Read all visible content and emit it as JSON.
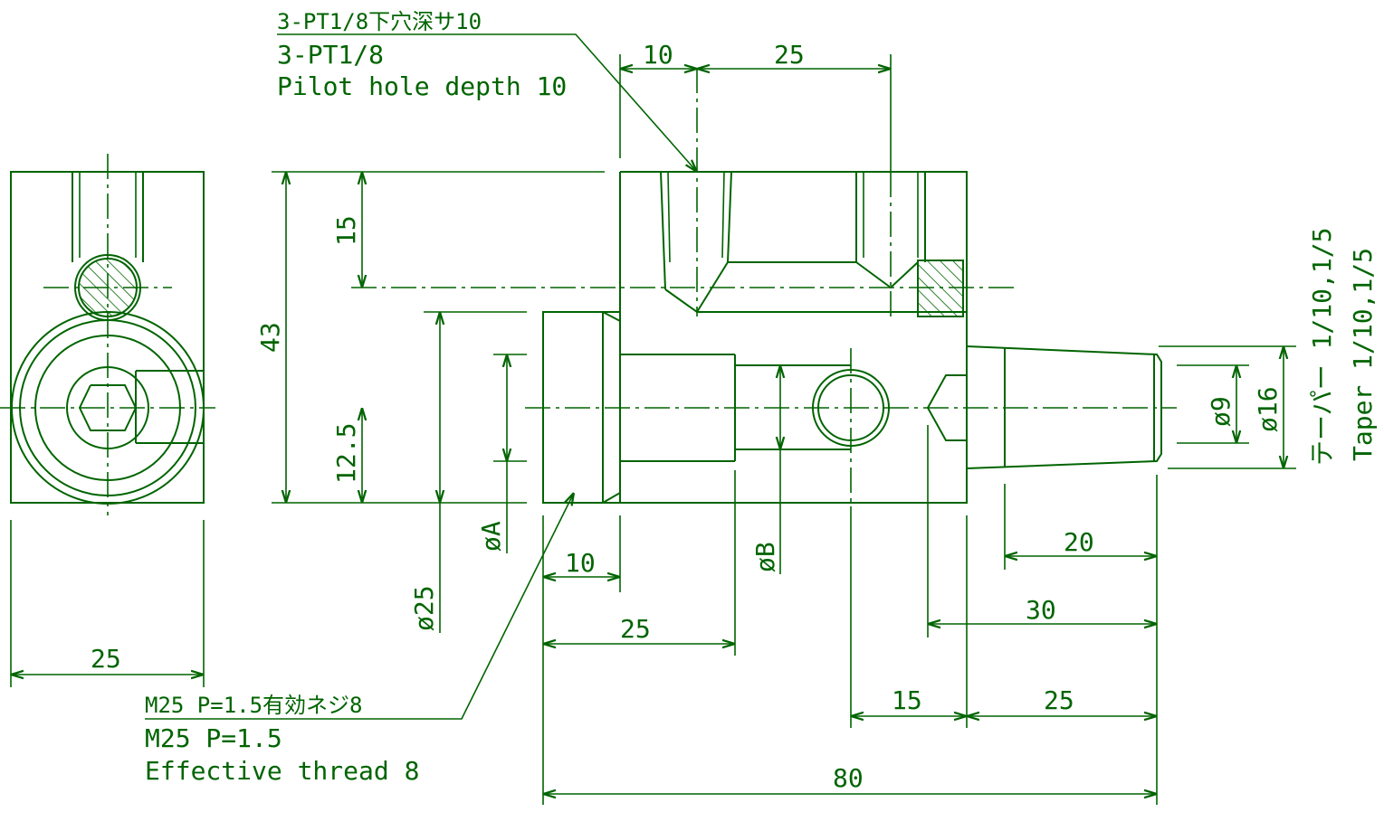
{
  "colors": {
    "line": "#006400",
    "background": "#ffffff"
  },
  "notes": {
    "pilot_hole": {
      "line1": "3-PT1/8下穴深サ10",
      "line2": "3-PT1/8",
      "line3": "Pilot hole depth 10"
    },
    "thread": {
      "line1": "M25 P=1.5有効ネジ8",
      "line2": "M25 P=1.5",
      "line3": "Effective thread 8"
    },
    "taper": {
      "jp": "テーパー 1/10,1/5",
      "en": "Taper 1/10,1/5"
    }
  },
  "dimensions": {
    "top_10": "10",
    "top_25": "25",
    "height_43": "43",
    "height_15": "15",
    "height_12_5": "12.5",
    "dia_25": "ø25",
    "dia_A": "øA",
    "dia_B": "øB",
    "dia_9": "ø9",
    "dia_16": "ø16",
    "side_width_25": "25",
    "bottom_10": "10",
    "bottom_25": "25",
    "right_20": "20",
    "right_30": "30",
    "bottom_15": "15",
    "bottom_25b": "25",
    "overall_80": "80"
  }
}
